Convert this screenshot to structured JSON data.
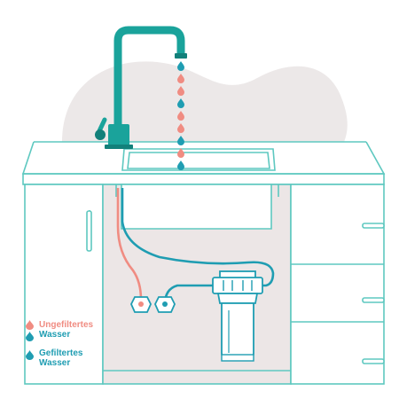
{
  "legend": {
    "unfiltered": {
      "line1": "Ungefiltertes",
      "line2": "Wasser",
      "icons": [
        "red-drop-icon",
        "teal-drop-icon"
      ],
      "colors": [
        "#f08c82",
        "#1f9db2"
      ]
    },
    "filtered": {
      "line1": "Gefiltertes",
      "line2": "Wasser",
      "icons": [
        "teal-drop-icon"
      ],
      "colors": [
        "#1f9db2"
      ]
    }
  },
  "colors": {
    "outline": "#5ec8c0",
    "faucet": "#1aa39b",
    "faucet_dark": "#12807a",
    "cold_pipe": "#1f9db2",
    "hot_pipe": "#f08c82",
    "backdrop": "#ece8e8",
    "cabinet_fill": "#ece6e6"
  }
}
